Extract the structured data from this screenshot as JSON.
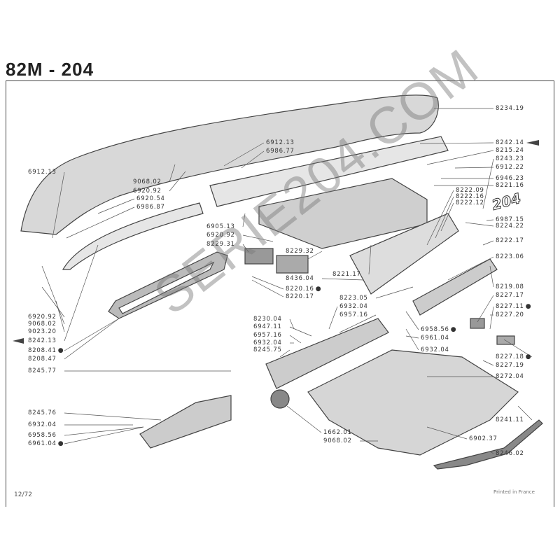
{
  "title": "82M - 204",
  "footer": {
    "date_code": "12/72",
    "printed": "Printed in France"
  },
  "watermark": "SERIE204.COM",
  "badge_204": "204",
  "labels": [
    {
      "text": "8234.19"
    },
    {
      "text": "8242.14"
    },
    {
      "text": "8215.24"
    },
    {
      "text": "8243.23"
    },
    {
      "text": "6912.22"
    },
    {
      "text": "6946.23"
    },
    {
      "text": "8221.16"
    },
    {
      "text": "8222.09"
    },
    {
      "text": "8222.16"
    },
    {
      "text": "8222.12"
    },
    {
      "text": "6987.15"
    },
    {
      "text": "8224.22"
    },
    {
      "text": "8222.17"
    },
    {
      "text": "8223.06"
    },
    {
      "text": "8219.08"
    },
    {
      "text": "8227.17"
    },
    {
      "text": "8227.11",
      "bullet": true
    },
    {
      "text": "8227.20"
    },
    {
      "text": "8227.18",
      "bullet": true
    },
    {
      "text": "8227.19"
    },
    {
      "text": "8272.04"
    },
    {
      "text": "8241.11"
    },
    {
      "text": "8246.02"
    },
    {
      "text": "6902.37"
    },
    {
      "text": "6958.56",
      "bullet": true
    },
    {
      "text": "6961.04"
    },
    {
      "text": "6932.04"
    },
    {
      "text": "6912.13"
    },
    {
      "text": "9068.02"
    },
    {
      "text": "6920.92"
    },
    {
      "text": "6920.54"
    },
    {
      "text": "6986.87"
    },
    {
      "text": "6912.13"
    },
    {
      "text": "6986.77"
    },
    {
      "text": "6905.13"
    },
    {
      "text": "6920.92"
    },
    {
      "text": "8229.31"
    },
    {
      "text": "8229.32"
    },
    {
      "text": "8436.04"
    },
    {
      "text": "8221.17"
    },
    {
      "text": "8220.16",
      "bullet": true
    },
    {
      "text": "8220.17"
    },
    {
      "text": "8223.05"
    },
    {
      "text": "6932.04"
    },
    {
      "text": "6957.16"
    },
    {
      "text": "8230.04"
    },
    {
      "text": "6947.11"
    },
    {
      "text": "6957.16"
    },
    {
      "text": "6932.04"
    },
    {
      "text": "8245.75"
    },
    {
      "text": "6920.92"
    },
    {
      "text": "9068.02"
    },
    {
      "text": "9023.20"
    },
    {
      "text": "8242.13"
    },
    {
      "text": "8208.41",
      "bullet": true
    },
    {
      "text": "8208.47"
    },
    {
      "text": "8245.77"
    },
    {
      "text": "8245.76"
    },
    {
      "text": "6932.04"
    },
    {
      "text": "6958.56"
    },
    {
      "text": "6961.04",
      "bullet": true
    },
    {
      "text": "1662.01"
    },
    {
      "text": "9068.02"
    }
  ]
}
